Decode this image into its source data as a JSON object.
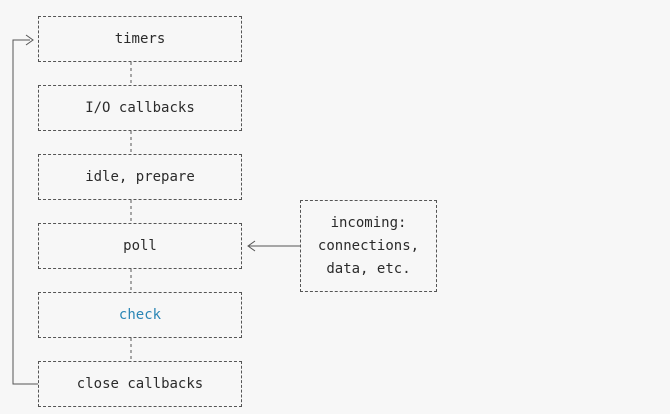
{
  "diagram": {
    "phases": [
      {
        "id": "timers",
        "label": "timers"
      },
      {
        "id": "io",
        "label": "I/O callbacks"
      },
      {
        "id": "idle",
        "label": "idle, prepare"
      },
      {
        "id": "poll",
        "label": "poll"
      },
      {
        "id": "check",
        "label": "check"
      },
      {
        "id": "close",
        "label": "close callbacks"
      }
    ],
    "incoming": {
      "lines": [
        "incoming:",
        "connections,",
        "data, etc."
      ]
    },
    "colors": {
      "border": "#555555",
      "text": "#2b2b2b",
      "link": "#2a86b5",
      "background": "#f7f7f7"
    }
  }
}
